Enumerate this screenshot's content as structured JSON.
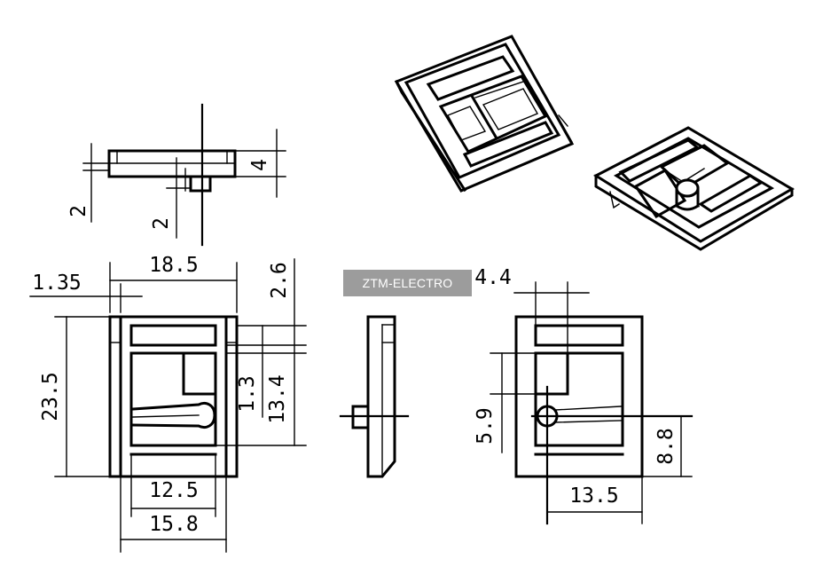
{
  "watermark": "ZTM-ELECTRO",
  "dimensions": {
    "top_height": "4",
    "top_left_step": "2",
    "top_pin": "2",
    "width_total": "18.5",
    "edge_offset": "1.35",
    "height_total": "23.5",
    "top_gap": "2.6",
    "slot_height": "1.3",
    "inner_height": "13.4",
    "inner_width": "12.5",
    "outer_width": "15.8",
    "right_top": "4.4",
    "right_side": "5.9",
    "right_pin_height": "8.8",
    "right_bottom": "13.5"
  }
}
